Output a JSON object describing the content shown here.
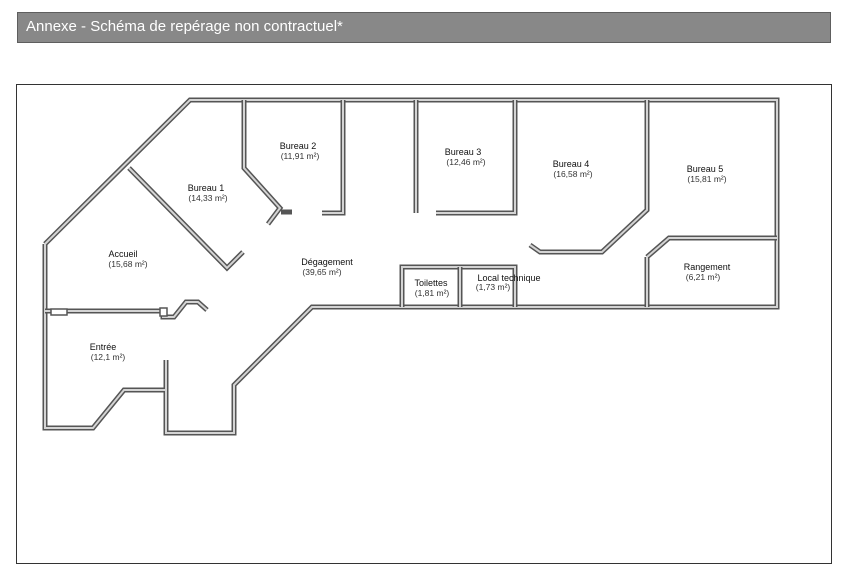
{
  "header": {
    "title": "Annexe - Schéma de repérage non contractuel*"
  },
  "rooms": {
    "bureau2": {
      "name": "Bureau 2",
      "area": "(11,91 m²)"
    },
    "bureau1": {
      "name": "Bureau 1",
      "area": "(14,33 m²)"
    },
    "bureau3": {
      "name": "Bureau 3",
      "area": "(12,46 m²)"
    },
    "bureau4": {
      "name": "Bureau 4",
      "area": "(16,58 m²)"
    },
    "bureau5": {
      "name": "Bureau 5",
      "area": "(15,81 m²)"
    },
    "accueil": {
      "name": "Accueil",
      "area": "(15,68 m²)"
    },
    "degagement": {
      "name": "Dégagement",
      "area": "(39,65 m²)"
    },
    "toilettes": {
      "name": "Toilettes",
      "area": "(1,81 m²)"
    },
    "local": {
      "name": "Local technique",
      "area": "(1,73 m²)"
    },
    "rangement": {
      "name": "Rangement",
      "area": "(6,21 m²)"
    },
    "entree": {
      "name": "Entrée",
      "area": "(12,1 m²)"
    }
  },
  "colors": {
    "header_bg": "#888888",
    "wall": "#555555",
    "wall_fill": "#d4d4d4"
  }
}
